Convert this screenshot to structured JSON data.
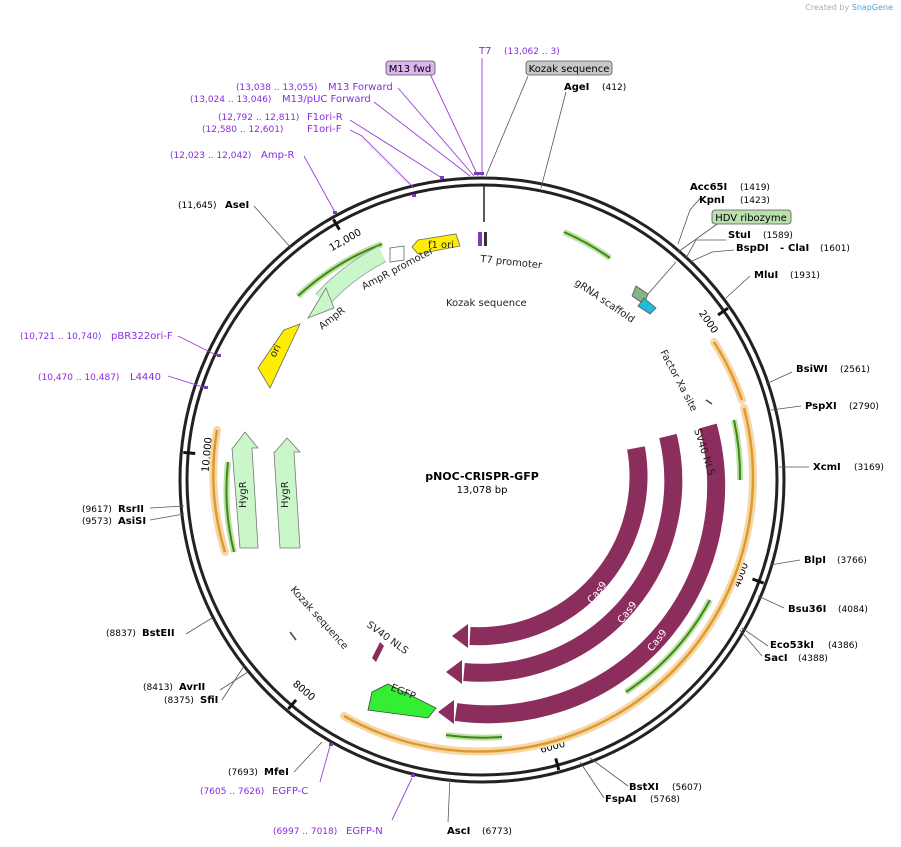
{
  "branding": {
    "prefix": "Created by",
    "brand": "SnapGene"
  },
  "plasmid": {
    "name": "pNOC-CRISPR-GFP",
    "length": "13,078 bp"
  },
  "ticks": [
    "2000",
    "4000",
    "6000",
    "8000",
    "10,000",
    "12,000"
  ],
  "enzymes": [
    {
      "name": "AgeI",
      "pos": "(412)"
    },
    {
      "name": "Acc65I",
      "pos": "(1419)"
    },
    {
      "name": "KpnI",
      "pos": "(1423)"
    },
    {
      "name": "StuI",
      "pos": "(1589)"
    },
    {
      "name": "BspDI",
      "pos": "(1601)"
    },
    {
      "name": "ClaI",
      "pos": ""
    },
    {
      "name": "MluI",
      "pos": "(1931)"
    },
    {
      "name": "BsiWI",
      "pos": "(2561)"
    },
    {
      "name": "PspXI",
      "pos": "(2790)"
    },
    {
      "name": "XcmI",
      "pos": "(3169)"
    },
    {
      "name": "BlpI",
      "pos": "(3766)"
    },
    {
      "name": "Bsu36I",
      "pos": "(4084)"
    },
    {
      "name": "Eco53kI",
      "pos": "(4386)"
    },
    {
      "name": "SacI",
      "pos": "(4388)"
    },
    {
      "name": "BstXI",
      "pos": "(5607)"
    },
    {
      "name": "FspAI",
      "pos": "(5768)"
    },
    {
      "name": "AscI",
      "pos": "(6773)"
    },
    {
      "name": "MfeI",
      "pos": "(7693)"
    },
    {
      "name": "SfiI",
      "pos": "(8375)"
    },
    {
      "name": "AvrII",
      "pos": "(8413)"
    },
    {
      "name": "BstEII",
      "pos": "(8837)"
    },
    {
      "name": "AsiSI",
      "pos": "(9573)"
    },
    {
      "name": "RsrII",
      "pos": "(9617)"
    },
    {
      "name": "AseI",
      "pos": "(11,645)"
    }
  ],
  "primers": [
    {
      "name": "T7",
      "range": "(13,062 .. 3)"
    },
    {
      "name": "M13 Forward",
      "range": "(13,038 .. 13,055)"
    },
    {
      "name": "M13/pUC Forward",
      "range": "(13,024 .. 13,046)"
    },
    {
      "name": "F1ori-R",
      "range": "(12,792 .. 12,811)"
    },
    {
      "name": "F1ori-F",
      "range": "(12,580 .. 12,601)"
    },
    {
      "name": "Amp-R",
      "range": "(12,023 .. 12,042)"
    },
    {
      "name": "pBR322ori-F",
      "range": "(10,721 .. 10,740)"
    },
    {
      "name": "L4440",
      "range": "(10,470 .. 10,487)"
    },
    {
      "name": "EGFP-C",
      "range": "(7605 .. 7626)"
    },
    {
      "name": "EGFP-N",
      "range": "(6997 .. 7018)"
    }
  ],
  "boxed_labels": [
    {
      "name": "M13 fwd",
      "color": "#dcb6f2"
    },
    {
      "name": "Kozak sequence",
      "color": "#c8c8c8"
    },
    {
      "name": "HDV ribozyme",
      "color": "#b9dfae"
    }
  ],
  "features": [
    {
      "name": "f1 ori",
      "color": "#ffee00"
    },
    {
      "name": "AmpR promoter",
      "color": "#ffffff"
    },
    {
      "name": "AmpR",
      "color": "#c9f7c9"
    },
    {
      "name": "ori",
      "color": "#ffee00"
    },
    {
      "name": "HygR",
      "color": "#c9f7c9"
    },
    {
      "name": "HygR",
      "color": "#c9f7c9"
    },
    {
      "name": "T7 promoter",
      "color": "#ffffff"
    },
    {
      "name": "Kozak sequence",
      "color": "#ffffff"
    },
    {
      "name": "gRNA scaffold",
      "color": "#88b388"
    },
    {
      "name": "Factor Xa site",
      "color": "#ffffff"
    },
    {
      "name": "SV40 NLS",
      "color": "#8b2e5e"
    },
    {
      "name": "Cas9",
      "color": "#8b2e5e"
    },
    {
      "name": "Cas9",
      "color": "#8b2e5e"
    },
    {
      "name": "Cas9",
      "color": "#8b2e5e"
    },
    {
      "name": "Kozak sequence",
      "color": "#ffffff"
    },
    {
      "name": "SV40 NLS",
      "color": "#8b2e5e"
    },
    {
      "name": "EGFP",
      "color": "#33ee33"
    }
  ]
}
